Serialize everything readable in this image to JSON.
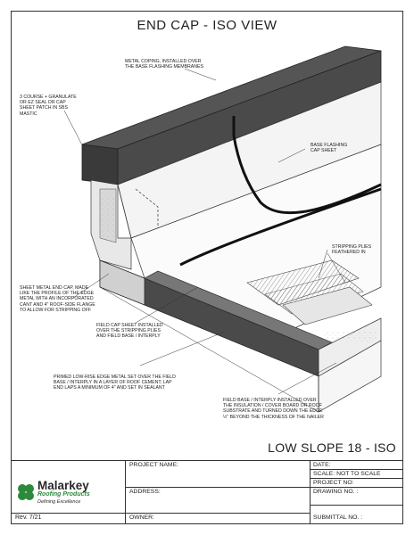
{
  "title": "END CAP - ISO VIEW",
  "subtitle": "LOW SLOPE 18 - ISO",
  "notes": {
    "metal_coping": "METAL COPING, INSTALLED OVER\nTHE BASE FLASHING MEMBRANES",
    "three_course": "3 COURSE + GRANULATE\nOR EZ SEAL OR CAP\nSHEET PATCH IN SBS\nMASTIC",
    "base_flashing": "BASE FLASHING\nCAP SHEET",
    "stripping_plies": "STRIPPING PLIES\nFEATHERED IN",
    "sheet_metal_end_cap": "SHEET METAL END CAP, MADE\nLIKE THE PROFILE OF THE EDGE\nMETAL WITH AN INCORPORATED\nCANT AND 4\" ROOF-SIDE FLANGE\nTO ALLOW FOR STRIPPING OFF",
    "field_cap_sheet": "FIELD CAP SHEET INSTALLED\nOVER THE STRIPPING PLIES\nAND FIELD BASE / INTERPLY",
    "primed_edge_metal": "PRIMED LOW-RISE EDGE METAL SET OVER THE FIELD\nBASE / INTERPLY IN A LAYER OF ROOF CEMENT; LAP\nEND LAPS A MINIMUM OF 4\" AND SET IN SEALANT",
    "field_base": "FIELD BASE / INTERPLY INSTALLED OVER\nTHE INSULATION / COVER BOARD OR ROOF\nSUBSTRATE AND TURNED DOWN THE EDGE\n½\" BEYOND THE THICKNESS OF THE NAILER"
  },
  "title_block": {
    "project_name": "PROJECT NAME:",
    "address": "ADDRESS:",
    "owner": "OWNER:",
    "date": "DATE:",
    "scale": "SCALE:  NOT TO SCALE",
    "project_no": "PROJECT NO:",
    "drawing_no": "DRAWING NO. :",
    "submittal_no": "SUBMITTAL NO. :",
    "revision": "Rev. 7/21"
  },
  "logo": {
    "name": "Malarkey",
    "sub": "Roofing Products",
    "tagline": "Defining Excellence",
    "brand_color": "#2c8a3a"
  }
}
